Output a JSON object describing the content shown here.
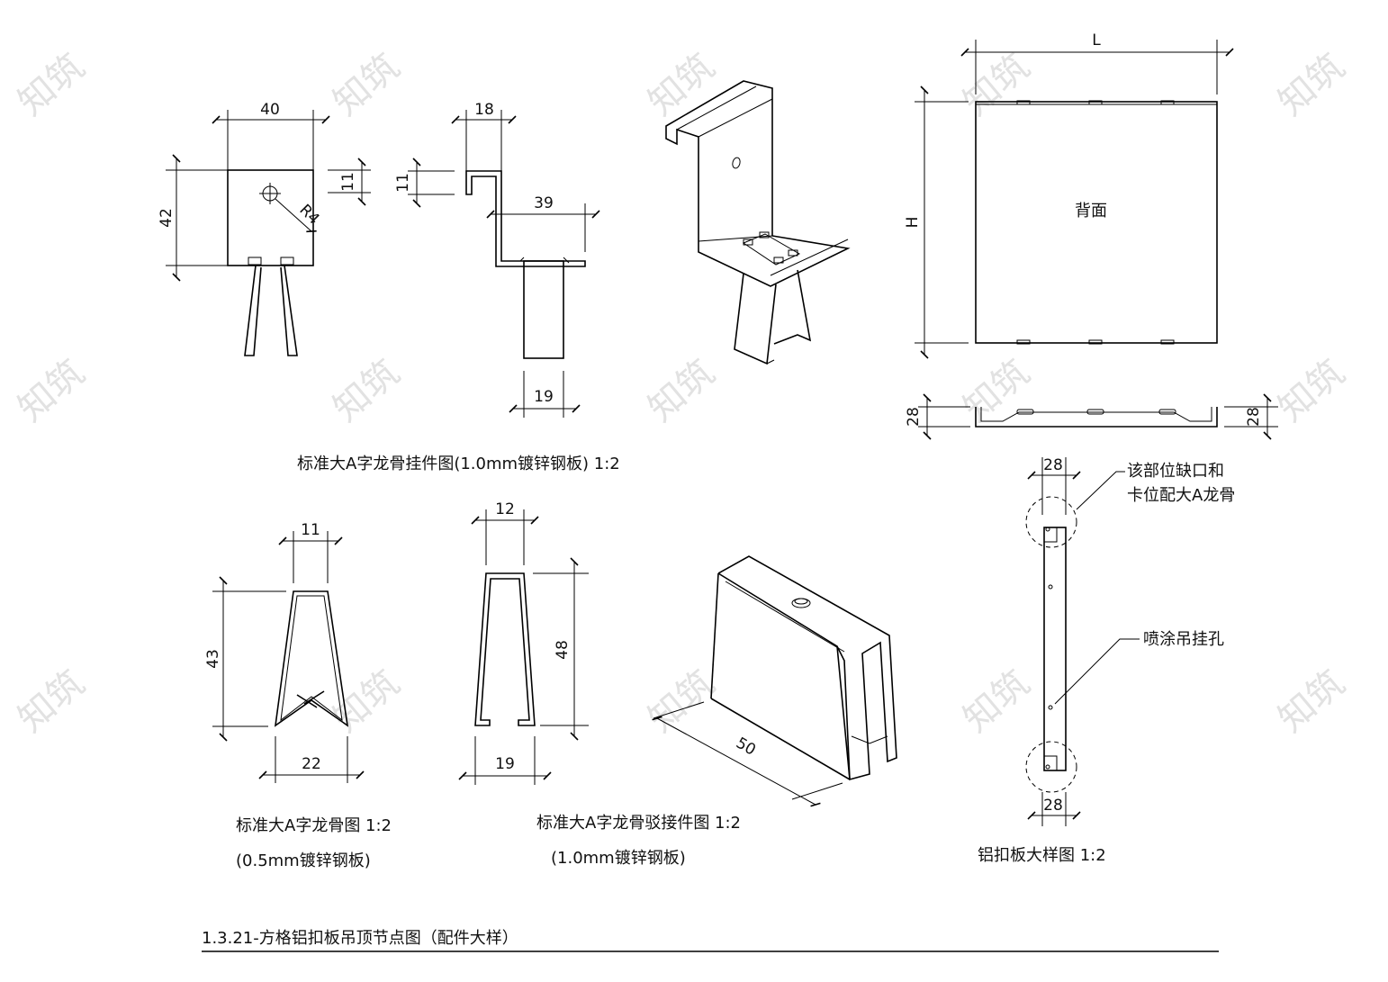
{
  "watermark": "知筑",
  "hanger": {
    "front": {
      "width": "40",
      "height": "42",
      "radius": "R4"
    },
    "side": {
      "top": "18",
      "hook": "11",
      "left_h": "11",
      "mid": "39",
      "bottom": "19"
    },
    "caption": "标准大A字龙骨挂件图(1.0mm镀锌钢板)  1:2"
  },
  "panel": {
    "width": "L",
    "height": "H",
    "back": "背面",
    "depth_left": "28",
    "depth_right": "28"
  },
  "a_keel": {
    "top": "11",
    "height": "43",
    "bottom": "22",
    "caption": "标准大A字龙骨图  1:2",
    "caption2": "(0.5mm镀锌钢板)"
  },
  "splice": {
    "top": "12",
    "height": "48",
    "bottom": "19",
    "iso_len": "50",
    "caption": "标准大A字龙骨驳接件图  1:2",
    "caption2": "(1.0mm镀锌钢板)"
  },
  "clip": {
    "top": "28",
    "bottom": "28",
    "note1": "该部位缺口和",
    "note2": "卡位配大A龙骨",
    "note3": "喷涂吊挂孔",
    "caption": "铝扣板大样图  1:2"
  },
  "footer": {
    "title": "1.3.21-方格铝扣板吊顶节点图（配件大样）"
  }
}
